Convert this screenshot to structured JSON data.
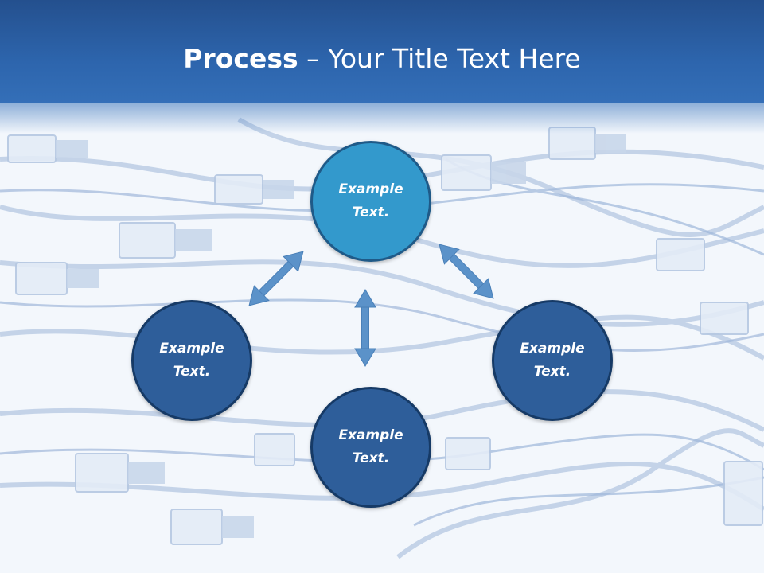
{
  "title": {
    "bold": "Process",
    "rest": " – Your Title Text Here"
  },
  "nodes": {
    "top": "Example Text.",
    "left": "Example Text.",
    "right": "Example Text.",
    "bottom": "Example Text."
  },
  "colors": {
    "header": "#2d65ad",
    "node_highlight": "#3399cc",
    "node": "#2e5e9a",
    "node_border": "#163a66",
    "arrow": "#5b92c9"
  },
  "background_motif": "usb-cables"
}
